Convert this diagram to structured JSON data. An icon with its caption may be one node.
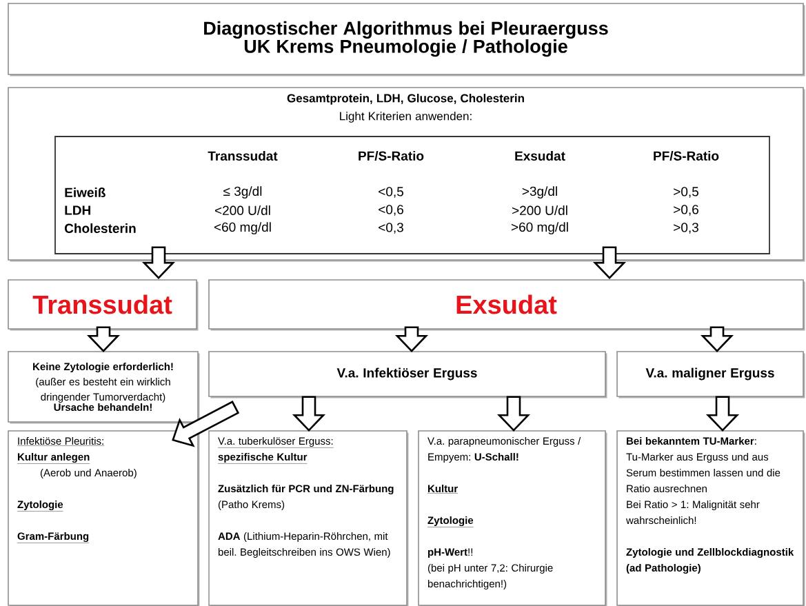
{
  "diagram": {
    "nodes": [
      {
        "text": [
          "Diagnostischer Algorithmus bei Pleuraerguss",
          "UK Krems Pneumologie / Pathologie"
        ]
      },
      {
        "text": [
          "Gesamtprotein, LDH, Glucose, Cholesterin",
          "Light Kriterien anwenden:"
        ]
      },
      {
        "text": [
          "Transsudat"
        ]
      },
      {
        "text": [
          "Exsudat"
        ]
      },
      {
        "text": [
          "Keine Zytologie erforderlich!",
          "(außer es besteht ein wirklich dringender Tumorverdacht)",
          "Ursache behandeln!"
        ]
      },
      {
        "text": [
          "V.a. Infektiöser Erguss"
        ]
      },
      {
        "text": [
          "V.a. maligner Erguss"
        ]
      },
      {
        "text": [
          "Infektiöse Pleuritis:",
          "Kultur anlegen",
          "(Aerob und Anaerob)",
          "Zytologie",
          "Gram-Färbung"
        ]
      },
      {
        "text": [
          "V.a. tuberkulöser Erguss:",
          "spezifische Kultur",
          "**Zusätzlich für PCR und ZN-Färbung** (Patho Krems)",
          "**ADA** (Lithium-Heparin-Röhrchen, mit beil. Begleitschreiben ins OWS Wien)"
        ]
      },
      {
        "text": [
          "V.a. parapneumonischer Erguss / Empyem: **U-Schall!**",
          "Kultur",
          "Zytologie",
          "**pH-Wert**!!",
          "(bei pH unter 7,2: Chirurgie benachrichtigen!)"
        ]
      },
      {
        "text": [
          "**Bei bekanntem TU-Marker**:",
          "Tu-Marker aus Erguss und aus Serum bestimmen lassen und die Ratio ausrechnen",
          "Bei Ratio > 1: Malignität sehr wahrscheinlich!",
          "Zytologie und Zellblockdiagnostik (ad Pathologie)"
        ]
      }
    ],
    "edges": [
      {
        "from": 1,
        "to": 2,
        "arrow": "to"
      },
      {
        "from": 1,
        "to": 3,
        "arrow": "to"
      },
      {
        "from": 2,
        "to": 4,
        "arrow": "to"
      },
      {
        "from": 3,
        "to": 5,
        "arrow": "to"
      },
      {
        "from": 3,
        "to": 6,
        "arrow": "to"
      },
      {
        "from": 5,
        "to": 7,
        "arrow": "to"
      },
      {
        "from": 5,
        "to": 8,
        "arrow": "to"
      },
      {
        "from": 5,
        "to": 9,
        "arrow": "to"
      },
      {
        "from": 6,
        "to": 10,
        "arrow": "to"
      }
    ],
    "labels": [
      "Transsudat",
      "PF/S-Ratio",
      "Exsudat",
      "PF/S-Ratio",
      "Eiweiß",
      "≤ 3g/dl",
      "<0,5",
      ">3g/dl",
      ">0,5",
      "LDH",
      "<200 U/dl",
      "<0,6",
      ">200 U/dl",
      ">0,6",
      "Cholesterin",
      "<60 mg/dl",
      "<0,3",
      ">60 mg/dl",
      ">0,3"
    ]
  }
}
